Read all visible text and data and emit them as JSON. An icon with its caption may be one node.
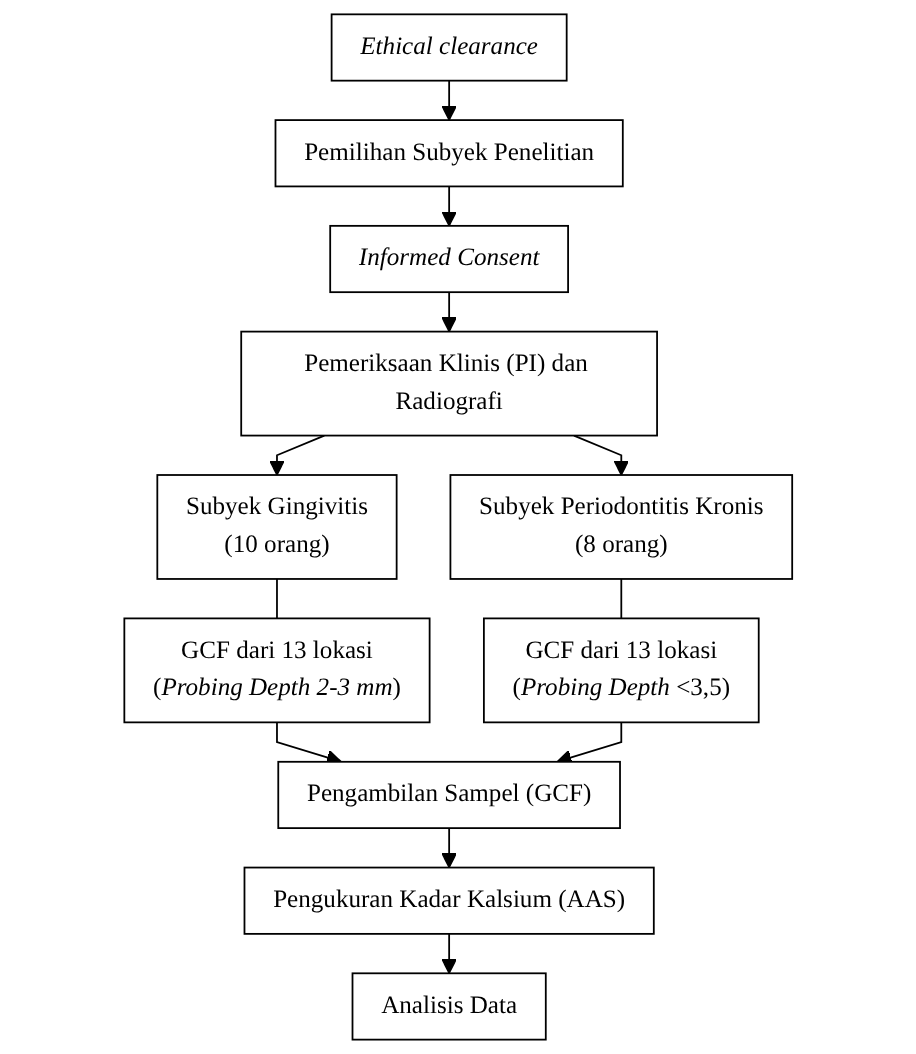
{
  "diagram": {
    "nodes": [
      {
        "text": [
          "Ethical clearance"
        ]
      },
      {
        "text": [
          "Pemilihan Subyek Penelitian"
        ]
      },
      {
        "text": [
          "Informed Consent"
        ]
      },
      {
        "text": [
          "Pemeriksaan Klinis (PI) dan Radiografi"
        ]
      },
      {
        "text": [
          "Subyek Gingivitis",
          "(10 orang)"
        ]
      },
      {
        "text": [
          "Subyek Periodontitis Kronis",
          "(8 orang)"
        ]
      },
      {
        "text": [
          "GCF dari 13 lokasi",
          "(*Probing Depth 2-3 mm*)"
        ]
      },
      {
        "text": [
          "GCF dari 13 lokasi",
          "(*Probing Depth* <3,5)"
        ]
      },
      {
        "text": [
          "Pengambilan Sampel (GCF)"
        ]
      },
      {
        "text": [
          "Pengukuran Kadar Kalsium (AAS)"
        ]
      },
      {
        "text": [
          "Analisis Data"
        ]
      }
    ],
    "edges": [
      {
        "from": 0,
        "to": 1,
        "arrow": "to"
      },
      {
        "from": 1,
        "to": 2,
        "arrow": "to"
      },
      {
        "from": 2,
        "to": 3,
        "arrow": "to"
      },
      {
        "from": 3,
        "to": 4,
        "arrow": "to"
      },
      {
        "from": 3,
        "to": 5,
        "arrow": "to"
      },
      {
        "from": 4,
        "to": 6,
        "arrow": "none"
      },
      {
        "from": 5,
        "to": 7,
        "arrow": "none"
      },
      {
        "from": 6,
        "to": 8,
        "arrow": "to"
      },
      {
        "from": 7,
        "to": 8,
        "arrow": "to"
      },
      {
        "from": 8,
        "to": 9,
        "arrow": "to"
      },
      {
        "from": 9,
        "to": 10,
        "arrow": "to"
      }
    ]
  }
}
